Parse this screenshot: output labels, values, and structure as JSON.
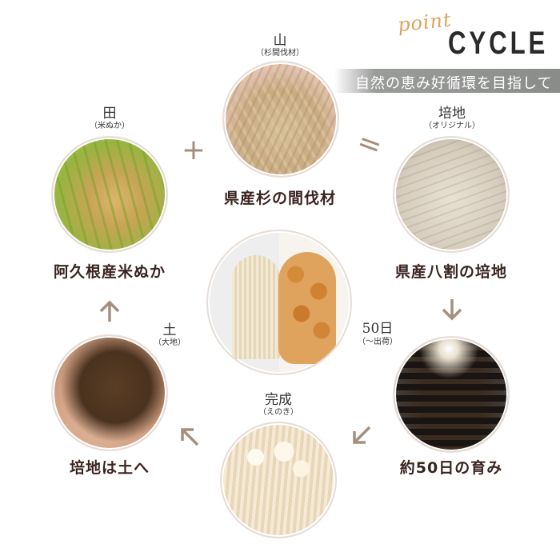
{
  "header": {
    "point_script": "point",
    "title": "CYCLE",
    "subtitle": "自然の恵み好循環を目指して"
  },
  "colors": {
    "accent_script": "#d9a35e",
    "symbol": "#a58e7c",
    "label_text": "#3a2420",
    "banner_bg": "#8a8c8a"
  },
  "cycle": {
    "mountain": {
      "main": "山",
      "sub": "（杉間伐材）",
      "label": "県産杉の間伐材",
      "icon": "wood-chips-image"
    },
    "field": {
      "main": "田",
      "sub": "（米ぬか）",
      "label": "阿久根産米ぬか",
      "icon": "rice-image"
    },
    "medium": {
      "main": "培地",
      "sub": "（オリジナル）",
      "label": "県産八割の培地",
      "icon": "medium-image"
    },
    "days": {
      "main": "50日",
      "sub": "（〜出荷）",
      "label": "約50日の育み",
      "icon": "cultivation-room-image"
    },
    "complete": {
      "main": "完成",
      "sub": "（えのき）",
      "icon": "enoki-image"
    },
    "soil": {
      "main": "土",
      "sub": "（大地）",
      "label": "培地は土へ",
      "icon": "soil-image"
    },
    "center": {
      "icon": "mushrooms-image"
    }
  },
  "symbols": {
    "plus": "+",
    "equals": "="
  }
}
